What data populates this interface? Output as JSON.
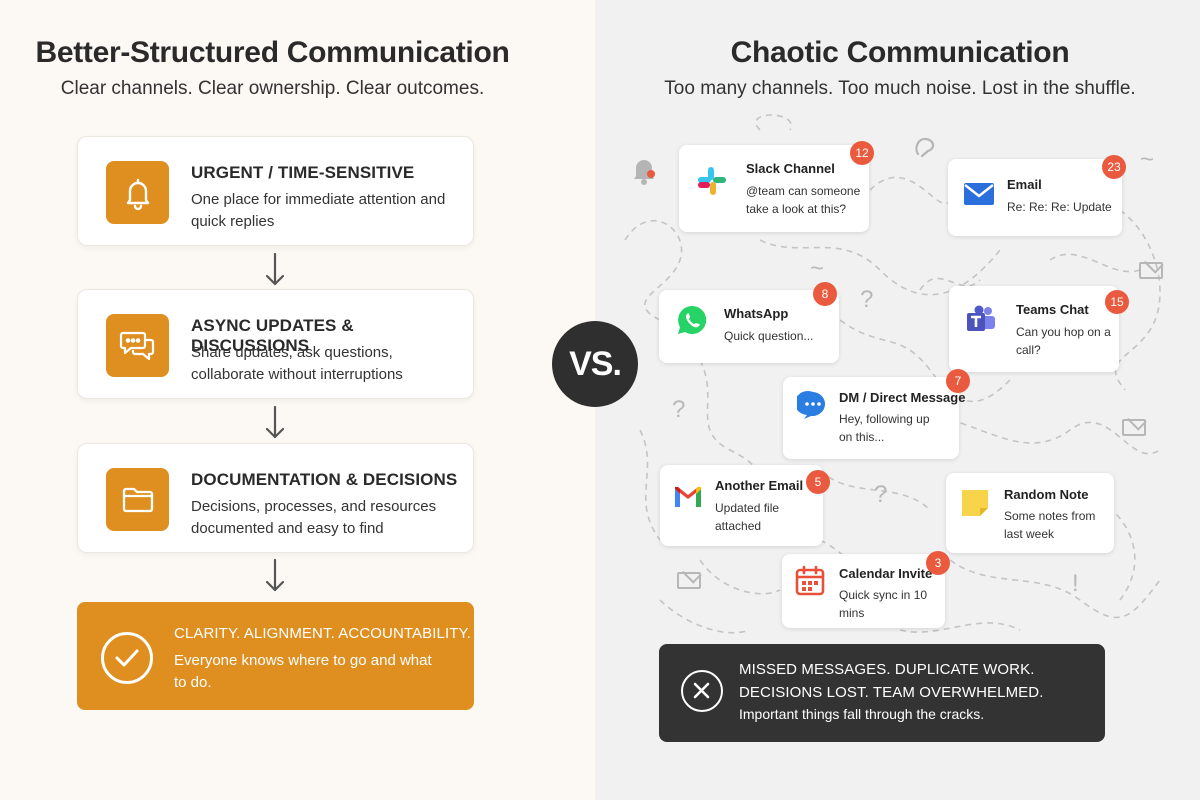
{
  "left": {
    "title": "Better-Structured Communication",
    "subtitle": "Clear channels. Clear ownership. Clear outcomes.",
    "steps": [
      {
        "title": "URGENT / TIME-SENSITIVE",
        "desc": "One place for immediate attention and quick replies",
        "icon": "bell-icon"
      },
      {
        "title": "ASYNC UPDATES & DISCUSSIONS",
        "desc": "Share updates, ask questions, collaborate without interruptions",
        "icon": "chat-bubbles-icon"
      },
      {
        "title": "DOCUMENTATION & DECISIONS",
        "desc": "Decisions, processes, and resources documented and easy to find",
        "icon": "folder-icon"
      }
    ],
    "outcome": {
      "title": "CLARITY. ALIGNMENT. ACCOUNTABILITY.",
      "desc": "Everyone knows where to go and what to do.",
      "icon": "check-circle-icon"
    }
  },
  "vs_label": "VS.",
  "right": {
    "title": "Chaotic Communication",
    "subtitle": "Too many channels. Too much noise. Lost in the shuffle.",
    "messages": [
      {
        "title": "Slack Channel",
        "text": "@team can someone take a look at this?",
        "badge": "12",
        "icon": "slack-icon"
      },
      {
        "title": "Email",
        "text": "Re: Re: Re: Update",
        "badge": "23",
        "icon": "envelope-icon"
      },
      {
        "title": "WhatsApp",
        "text": "Quick question...",
        "badge": "8",
        "icon": "whatsapp-icon"
      },
      {
        "title": "Teams Chat",
        "text": "Can you hop on a call?",
        "badge": "15",
        "icon": "teams-icon"
      },
      {
        "title": "DM / Direct Message",
        "text": "Hey, following up on this...",
        "badge": "7",
        "icon": "dm-bubble-icon"
      },
      {
        "title": "Another Email",
        "text": "Updated file attached",
        "badge": "5",
        "icon": "gmail-icon"
      },
      {
        "title": "Random Note",
        "text": "Some notes from last week",
        "badge": "",
        "icon": "sticky-note-icon"
      },
      {
        "title": "Calendar Invite",
        "text": "Quick sync in 10 mins",
        "badge": "3",
        "icon": "calendar-icon"
      }
    ],
    "problem": {
      "title": "MISSED MESSAGES. DUPLICATE WORK. DECISIONS LOST. TEAM OVERWHELMED.",
      "desc": "Important things fall through the cracks.",
      "icon": "x-circle-icon"
    }
  },
  "colors": {
    "accent": "#df8f1f",
    "badge": "#ea5a3f",
    "dark": "#333333"
  }
}
